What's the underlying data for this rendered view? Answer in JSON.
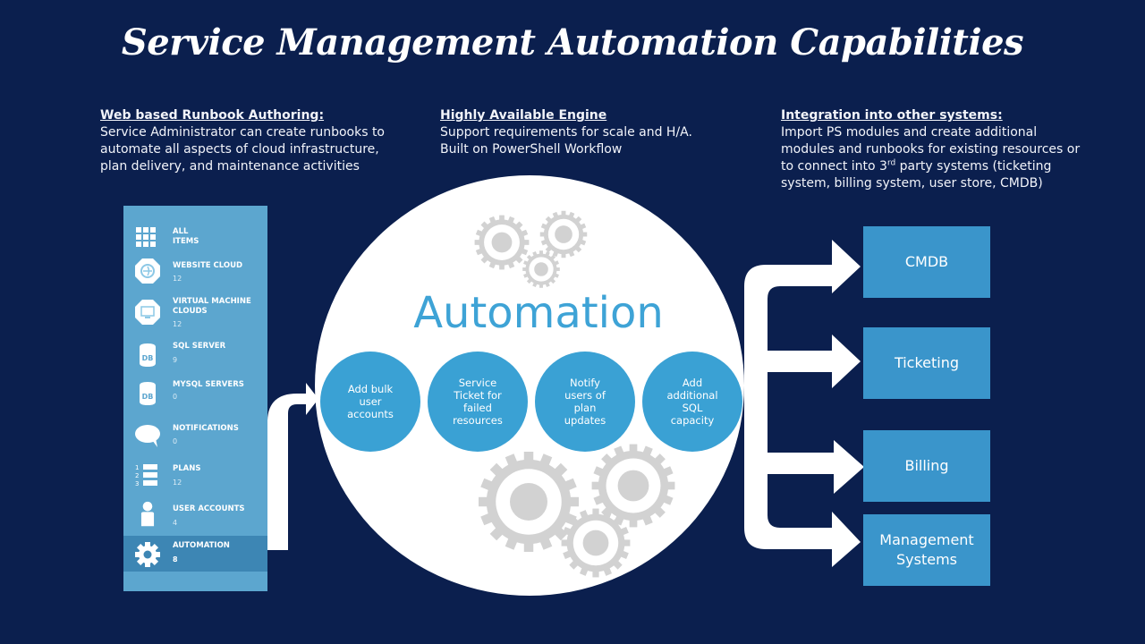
{
  "title": "Service Management Automation Capabilities",
  "captions": [
    {
      "heading": "Web based Runbook Authoring:",
      "lines": [
        "Service Administrator can create runbooks to",
        "automate all aspects of cloud infrastructure,",
        "plan delivery, and maintenance activities"
      ]
    },
    {
      "heading": "Highly Available Engine",
      "lines": [
        "Support requirements for scale and H/A.",
        "Built on PowerShell Workflow"
      ]
    },
    {
      "heading": "Integration into other systems:",
      "lines": [
        "Import PS modules and create additional",
        "modules and runbooks for existing resources or",
        "to connect into 3",
        "rd",
        " party systems (ticketing",
        "system, billing system, user store, CMDB)"
      ]
    }
  ],
  "sidebar": {
    "items": [
      {
        "label": "All Items",
        "label2": "",
        "count": "",
        "icon": "grid-icon"
      },
      {
        "label": "Website Cloud",
        "count": "12",
        "icon": "website-cloud-icon"
      },
      {
        "label": "Virtual Machine Clouds",
        "count": "12",
        "icon": "monitor-icon"
      },
      {
        "label": "SQL Server",
        "count": "9",
        "icon": "database-icon"
      },
      {
        "label": "MySQL Servers",
        "count": "0",
        "icon": "database-icon"
      },
      {
        "label": "Notifications",
        "count": "0",
        "icon": "speech-bubble-icon"
      },
      {
        "label": "Plans",
        "count": "12",
        "icon": "numbered-list-icon"
      },
      {
        "label": "User Accounts",
        "count": "4",
        "icon": "user-icon"
      },
      {
        "label": "Automation",
        "count": "8",
        "icon": "gear-icon"
      }
    ],
    "all_items_line1": "All",
    "all_items_line2": "Items",
    "db_glyph": "DB"
  },
  "center": {
    "label": "Automation",
    "tasks": [
      "Add bulk\nuser\naccounts",
      "Service\nTicket for\nfailed\nresources",
      "Notify\nusers of\nplan\nupdates",
      "Add\nadditional\nSQL\ncapacity"
    ]
  },
  "targets": [
    "CMDB",
    "Ticketing",
    "Billing",
    "Management\nSystems"
  ],
  "colors": {
    "background": "#0b1f4e",
    "sidebar": "#5ca6cf",
    "sidebar_active": "#3d86b4",
    "task_circle": "#3aa1d4",
    "target_box": "#3a95cb",
    "automation_text": "#3ea3d6",
    "gear": "#d2d2d2"
  }
}
